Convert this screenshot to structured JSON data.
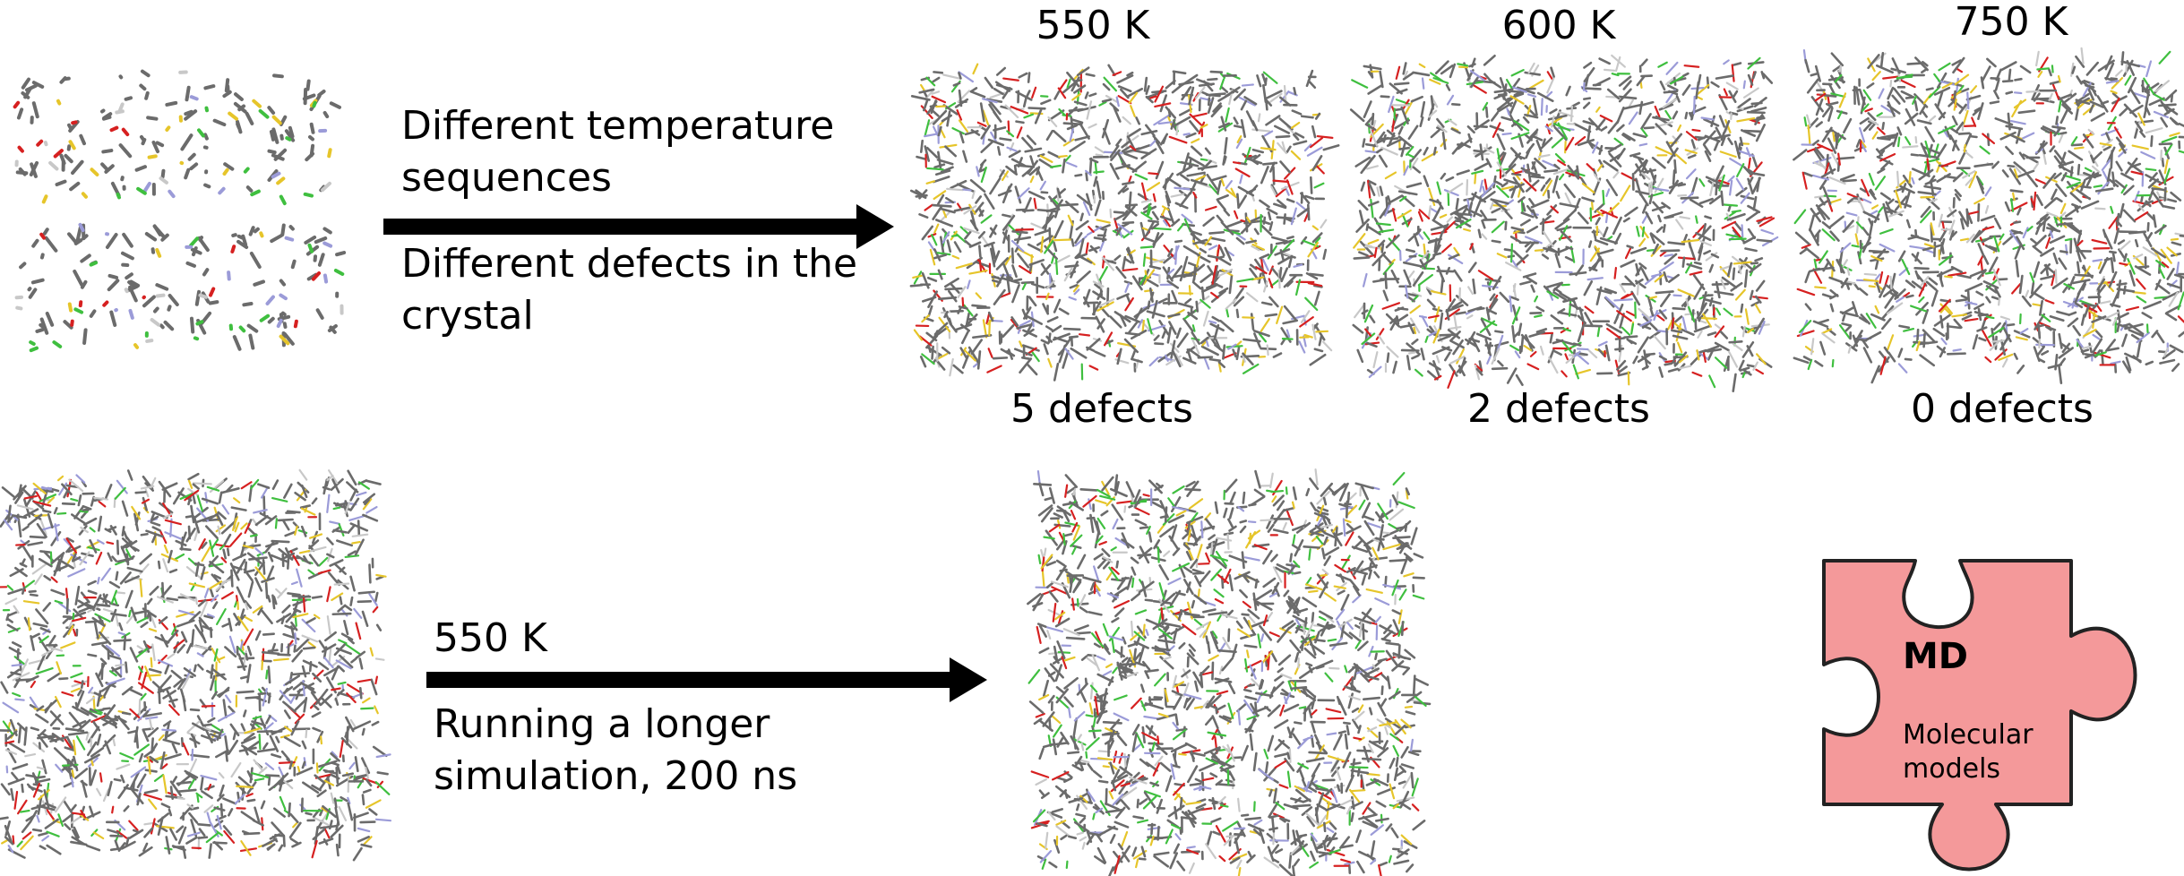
{
  "top_row": {
    "arrow_text_above": "Different temperature sequences",
    "arrow_text_below": "Different defects in the crystal",
    "snapshots": [
      {
        "temperature": "550 K",
        "defects": "5 defects"
      },
      {
        "temperature": "600 K",
        "defects": "2 defects"
      },
      {
        "temperature": "750 K",
        "defects": "0 defects"
      }
    ]
  },
  "bottom_row": {
    "arrow_text_above": "550 K",
    "arrow_text_below": "Running a longer simulation, 200 ns"
  },
  "puzzle": {
    "title": "MD",
    "subtitle": "Molecular models",
    "color": "#f4999a"
  },
  "colors": {
    "carbon": "#6b6b6b",
    "oxygen": "#d62020",
    "sulfur": "#e6c52a",
    "nitrogen": "#9b9bd8",
    "chlorine": "#3fbf3f",
    "hydrogen": "#c8c8c8"
  }
}
